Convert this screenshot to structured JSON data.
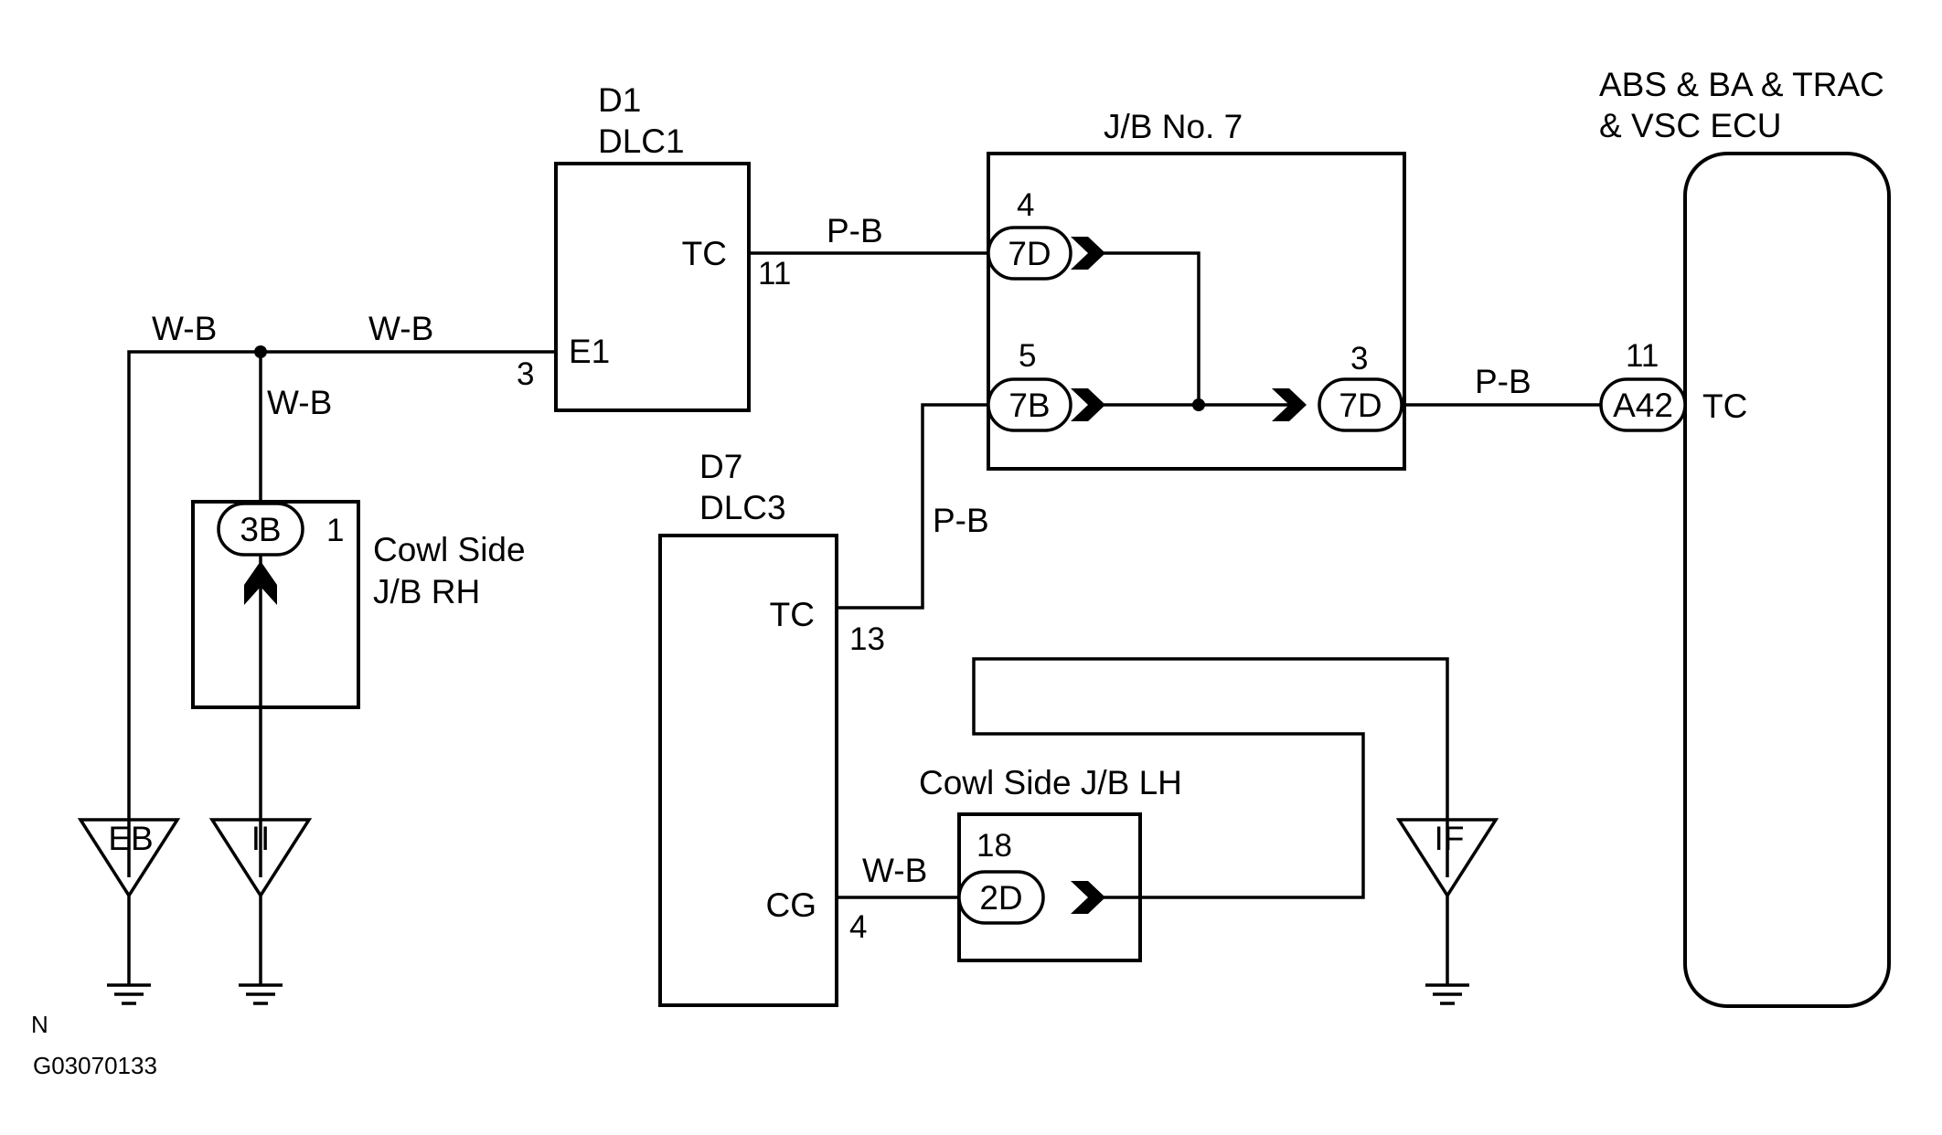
{
  "components": {
    "dlc1": {
      "code": "D1",
      "name": "DLC1",
      "pin_tc": "TC",
      "pin_e1": "E1",
      "num_tc": "11",
      "num_e1": "3"
    },
    "jb7": {
      "name": "J/B No. 7",
      "num_top": "4",
      "num_mid": "5",
      "num_right": "3",
      "conn_top": "7D",
      "conn_mid": "7B",
      "conn_right": "7D"
    },
    "ecu": {
      "name_line1": "ABS & BA & TRAC",
      "name_line2": "& VSC ECU",
      "pin": "TC",
      "num": "11",
      "conn": "A42"
    },
    "dlc3": {
      "code": "D7",
      "name": "DLC3",
      "pin_tc": "TC",
      "pin_cg": "CG",
      "num_tc": "13",
      "num_cg": "4"
    },
    "cowl_rh": {
      "name_line1": "Cowl Side",
      "name_line2": "J/B RH",
      "conn": "3B",
      "num": "1"
    },
    "cowl_lh": {
      "name": "Cowl Side J/B LH",
      "conn": "2D",
      "num": "18"
    }
  },
  "wires": {
    "dlc1_tc": "P-B",
    "jb_ecu": "P-B",
    "dlc3_tc": "P-B",
    "ground_left": "W-B",
    "ground_to_dlc1": "W-B",
    "ground_to_rh": "W-B",
    "dlc3_cg": "W-B"
  },
  "grounds": {
    "eb": "EB",
    "ii": "II",
    "if": "IF"
  },
  "footer": {
    "mark": "N",
    "figure_id": "G03070133"
  },
  "colors": {
    "line": "#000000",
    "background": "#ffffff"
  }
}
